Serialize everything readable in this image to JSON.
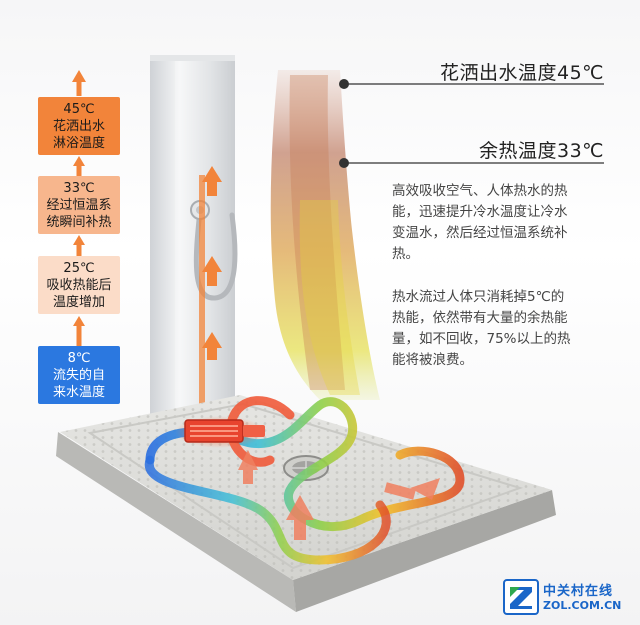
{
  "stages": [
    {
      "lines": [
        "45℃",
        "花洒出水",
        "淋浴温度"
      ],
      "color": "#f2843a",
      "text_color": "#1a1a1a"
    },
    {
      "lines": [
        "33℃",
        "经过恒温系",
        "统瞬间补热"
      ],
      "color": "#f7b68d",
      "text_color": "#1a1a1a"
    },
    {
      "lines": [
        "25℃",
        "吸收热能后",
        "温度增加"
      ],
      "color": "#fbdcc8",
      "text_color": "#1a1a1a"
    },
    {
      "lines": [
        "8℃",
        "流失的自",
        "来水温度"
      ],
      "color": "#2b78e0",
      "text_color": "#ffffff"
    }
  ],
  "callouts": [
    {
      "label": "花洒出水温度45℃"
    },
    {
      "label": "余热温度33℃"
    }
  ],
  "descriptions": [
    {
      "lines": [
        "高效吸收空气、人体热水的热",
        "能，迅速提升冷水温度让冷水",
        "变温水，然后经过恒温系统补",
        "热。"
      ]
    },
    {
      "lines": [
        "热水流过人体只消耗掉5℃的",
        "热能，依然带有大量的余热能",
        "量，如不回收，75%以上的热",
        "能将被浪费。"
      ]
    }
  ],
  "logo": {
    "cn": "中关村在线",
    "en": "ZOL.COM.CN"
  },
  "colors": {
    "accent_orange": "#f2843a",
    "accent_blue": "#2b78e0",
    "brand_blue": "#1a66c8"
  }
}
